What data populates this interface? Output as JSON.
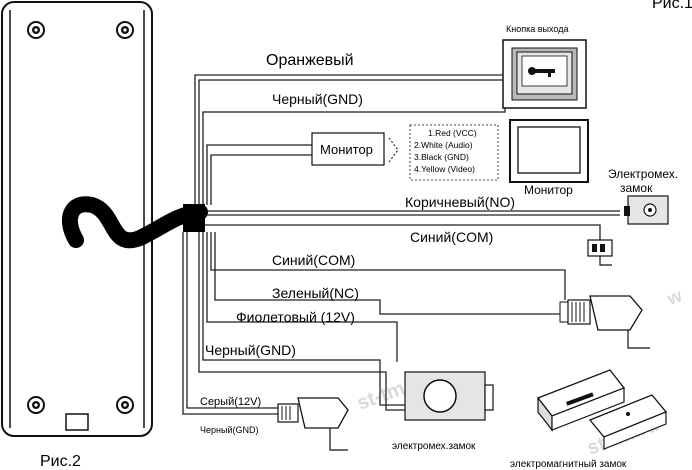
{
  "figure_tag_top": "Рис.1",
  "figure_tag_bottom": "Рис.2",
  "watermark": "st-tm.ru",
  "wires": {
    "orange": "Оранжевый",
    "black_gnd_top": "Черный(GND)",
    "brown_no": "Коричневый(NO)",
    "blue_com_1": "Синий(COM)",
    "blue_com_2": "Синий(COM)",
    "green_nc": "Зеленый(NC)",
    "violet_12v": "Фиолетовый (12V)",
    "black_gnd_bottom": "Черный(GND)",
    "grey_12v": "Серый(12V)",
    "black_gnd_small": "Черный(GND)"
  },
  "devices": {
    "exit_button": "Кнопка выхода",
    "monitor_box": "Монитор",
    "monitor_screen": "Монитор",
    "electromech_lock_top": "Электромех.",
    "electromech_lock_top_2": "замок",
    "electromech_lock_bottom": "электромех.замок",
    "electromagnetic_lock": "электромагнитный замок"
  },
  "monitor_pins": [
    "1.Red (VCC)",
    "2.White (Audio)",
    "3.Black (GND)",
    "4.Yellow (Video)"
  ]
}
